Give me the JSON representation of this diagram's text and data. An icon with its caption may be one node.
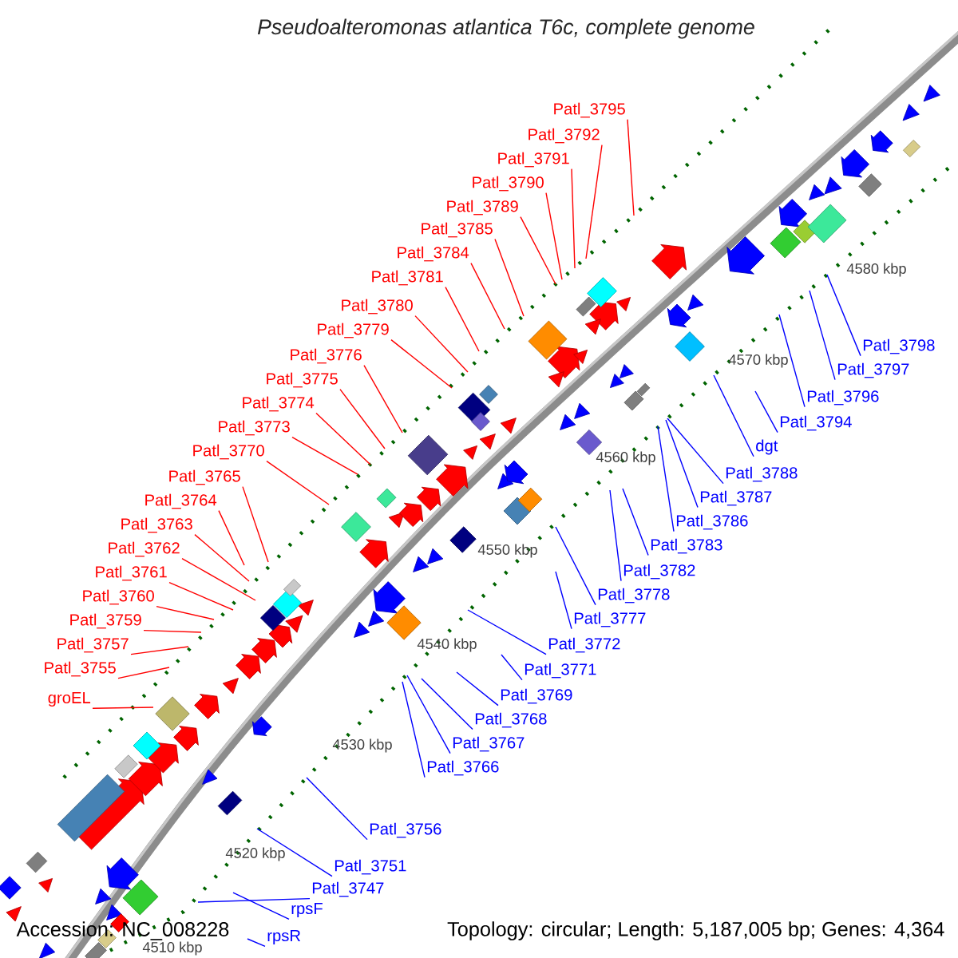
{
  "diagram": {
    "title": "Pseudoalteromonas atlantica T6c, complete genome",
    "nodes": [
      {
        "text": [
          "Patl_3795"
        ]
      },
      {
        "text": [
          "Patl_3792"
        ]
      },
      {
        "text": [
          "Patl_3791"
        ]
      },
      {
        "text": [
          "Patl_3790"
        ]
      },
      {
        "text": [
          "Patl_3789"
        ]
      },
      {
        "text": [
          "Patl_3785"
        ]
      },
      {
        "text": [
          "Patl_3784"
        ]
      },
      {
        "text": [
          "Patl_3781"
        ]
      },
      {
        "text": [
          "Patl_3780"
        ]
      },
      {
        "text": [
          "Patl_3779"
        ]
      },
      {
        "text": [
          "Patl_3776"
        ]
      },
      {
        "text": [
          "Patl_3775"
        ]
      },
      {
        "text": [
          "Patl_3774"
        ]
      },
      {
        "text": [
          "Patl_3773"
        ]
      },
      {
        "text": [
          "Patl_3770"
        ]
      },
      {
        "text": [
          "Patl_3765"
        ]
      },
      {
        "text": [
          "Patl_3764"
        ]
      },
      {
        "text": [
          "Patl_3763"
        ]
      },
      {
        "text": [
          "Patl_3762"
        ]
      },
      {
        "text": [
          "Patl_3761"
        ]
      },
      {
        "text": [
          "Patl_3760"
        ]
      },
      {
        "text": [
          "Patl_3759"
        ]
      },
      {
        "text": [
          "Patl_3757"
        ]
      },
      {
        "text": [
          "Patl_3755"
        ]
      },
      {
        "text": [
          "groEL"
        ]
      },
      {
        "text": [
          "Patl_3798"
        ]
      },
      {
        "text": [
          "Patl_3797"
        ]
      },
      {
        "text": [
          "Patl_3796"
        ]
      },
      {
        "text": [
          "Patl_3794"
        ]
      },
      {
        "text": [
          "dgt"
        ]
      },
      {
        "text": [
          "Patl_3788"
        ]
      },
      {
        "text": [
          "Patl_3787"
        ]
      },
      {
        "text": [
          "Patl_3786"
        ]
      },
      {
        "text": [
          "Patl_3783"
        ]
      },
      {
        "text": [
          "Patl_3782"
        ]
      },
      {
        "text": [
          "Patl_3778"
        ]
      },
      {
        "text": [
          "Patl_3777"
        ]
      },
      {
        "text": [
          "Patl_3772"
        ]
      },
      {
        "text": [
          "Patl_3771"
        ]
      },
      {
        "text": [
          "Patl_3769"
        ]
      },
      {
        "text": [
          "Patl_3768"
        ]
      },
      {
        "text": [
          "Patl_3767"
        ]
      },
      {
        "text": [
          "Patl_3766"
        ]
      },
      {
        "text": [
          "Patl_3756"
        ]
      },
      {
        "text": [
          "Patl_3751"
        ]
      },
      {
        "text": [
          "Patl_3747"
        ]
      },
      {
        "text": [
          "rpsF"
        ]
      },
      {
        "text": [
          "rpsR"
        ]
      }
    ],
    "edges": [
      {
        "from": 0,
        "to": null,
        "arrow": "none"
      },
      {
        "from": 1,
        "to": null,
        "arrow": "none"
      },
      {
        "from": 2,
        "to": null,
        "arrow": "none"
      },
      {
        "from": 3,
        "to": null,
        "arrow": "none"
      },
      {
        "from": 4,
        "to": null,
        "arrow": "none"
      },
      {
        "from": 5,
        "to": null,
        "arrow": "none"
      },
      {
        "from": 6,
        "to": null,
        "arrow": "none"
      },
      {
        "from": 7,
        "to": null,
        "arrow": "none"
      },
      {
        "from": 8,
        "to": null,
        "arrow": "none"
      },
      {
        "from": 9,
        "to": null,
        "arrow": "none"
      },
      {
        "from": 10,
        "to": null,
        "arrow": "none"
      },
      {
        "from": 11,
        "to": null,
        "arrow": "none"
      },
      {
        "from": 12,
        "to": null,
        "arrow": "none"
      },
      {
        "from": 13,
        "to": null,
        "arrow": "none"
      },
      {
        "from": 14,
        "to": null,
        "arrow": "none"
      },
      {
        "from": 15,
        "to": null,
        "arrow": "none"
      },
      {
        "from": 16,
        "to": null,
        "arrow": "none"
      },
      {
        "from": 17,
        "to": null,
        "arrow": "none"
      },
      {
        "from": 18,
        "to": null,
        "arrow": "none"
      },
      {
        "from": 19,
        "to": null,
        "arrow": "none"
      },
      {
        "from": 20,
        "to": null,
        "arrow": "none"
      },
      {
        "from": 21,
        "to": null,
        "arrow": "none"
      },
      {
        "from": 22,
        "to": null,
        "arrow": "none"
      },
      {
        "from": 23,
        "to": null,
        "arrow": "none"
      },
      {
        "from": 24,
        "to": null,
        "arrow": "none"
      },
      {
        "from": 25,
        "to": null,
        "arrow": "none",
        "color": "#0000ff"
      },
      {
        "from": 26,
        "to": null,
        "arrow": "none",
        "color": "#0000ff"
      },
      {
        "from": 27,
        "to": null,
        "arrow": "none",
        "color": "#0000ff"
      },
      {
        "from": 28,
        "to": null,
        "arrow": "none",
        "color": "#0000ff"
      },
      {
        "from": 29,
        "to": null,
        "arrow": "none",
        "color": "#0000ff"
      },
      {
        "from": 30,
        "to": null,
        "arrow": "none",
        "color": "#0000ff"
      },
      {
        "from": 31,
        "to": null,
        "arrow": "none",
        "color": "#0000ff"
      },
      {
        "from": 32,
        "to": null,
        "arrow": "none",
        "color": "#0000ff"
      },
      {
        "from": 33,
        "to": null,
        "arrow": "none",
        "color": "#0000ff"
      },
      {
        "from": 34,
        "to": null,
        "arrow": "none",
        "color": "#0000ff"
      },
      {
        "from": 35,
        "to": null,
        "arrow": "none",
        "color": "#0000ff"
      },
      {
        "from": 36,
        "to": null,
        "arrow": "none",
        "color": "#0000ff"
      },
      {
        "from": 37,
        "to": null,
        "arrow": "none",
        "color": "#0000ff"
      },
      {
        "from": 38,
        "to": null,
        "arrow": "none",
        "color": "#0000ff"
      },
      {
        "from": 39,
        "to": null,
        "arrow": "none",
        "color": "#0000ff"
      },
      {
        "from": 40,
        "to": null,
        "arrow": "none",
        "color": "#0000ff"
      },
      {
        "from": 41,
        "to": null,
        "arrow": "none",
        "color": "#0000ff"
      },
      {
        "from": 42,
        "to": null,
        "arrow": "none",
        "color": "#0000ff"
      },
      {
        "from": 43,
        "to": null,
        "arrow": "none",
        "color": "#0000ff"
      },
      {
        "from": 44,
        "to": null,
        "arrow": "none",
        "color": "#0000ff"
      },
      {
        "from": 45,
        "to": null,
        "arrow": "none",
        "color": "#0000ff"
      },
      {
        "from": 46,
        "to": null,
        "arrow": "none",
        "color": "#0000ff"
      },
      {
        "from": 47,
        "to": null,
        "arrow": "none",
        "color": "#0000ff"
      }
    ],
    "labels": [
      "4580 kbp",
      "4570 kbp",
      "4560 kbp",
      "4550 kbp",
      "4540 kbp",
      "4530 kbp",
      "4520 kbp",
      "4510 kbp",
      "Accession: NC_008228",
      "Topology: circular; Length: 5,187,005 bp; Genes: 4,364"
    ]
  }
}
